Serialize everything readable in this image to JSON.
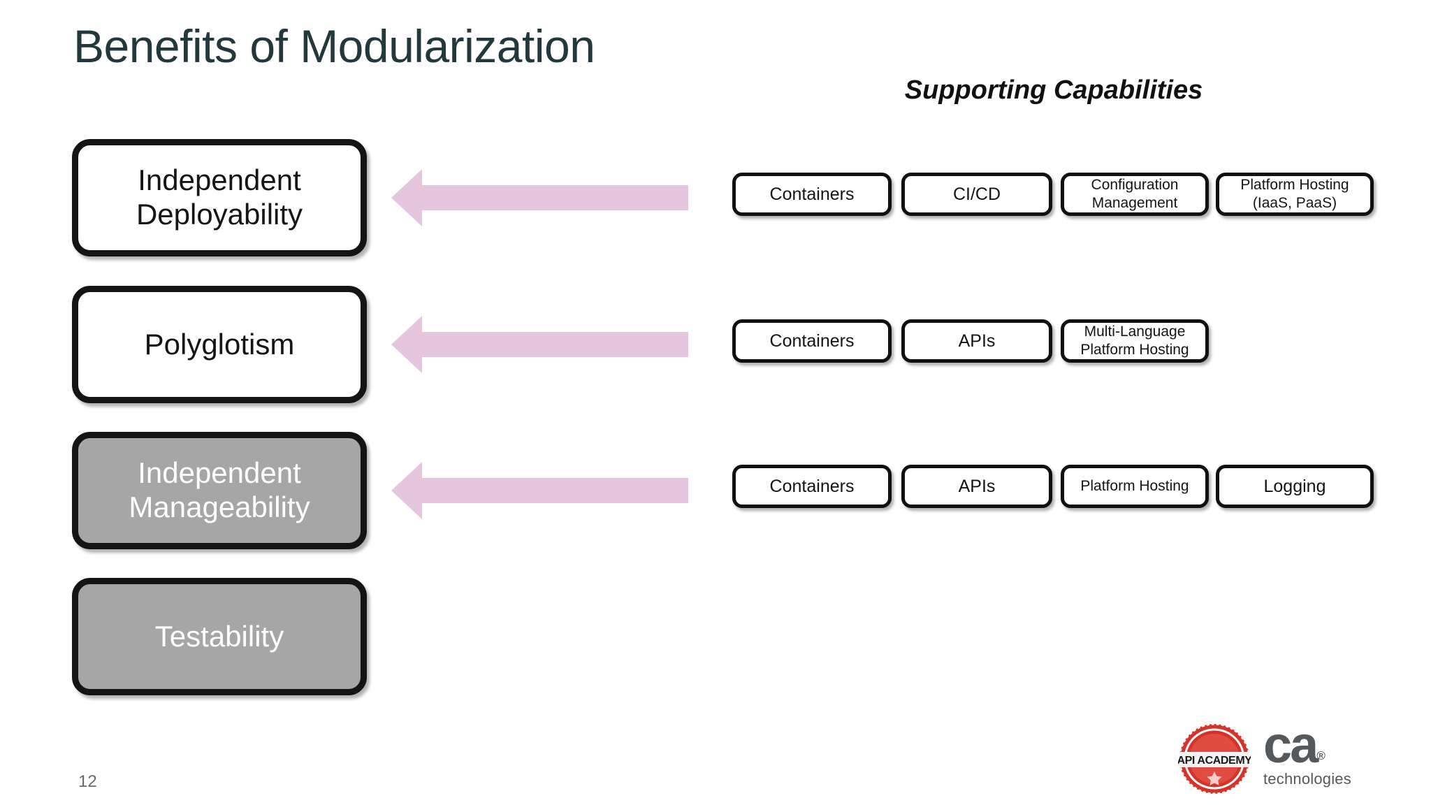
{
  "slide": {
    "title": "Benefits of Modularization",
    "page_number": "12",
    "background_color": "#ffffff",
    "title_color": "#22383c"
  },
  "right_column": {
    "header": "Supporting Capabilities"
  },
  "colors": {
    "arrow_fill": "#e6c5de",
    "box_border": "#141414",
    "gray_box_fill": "#a6a6a6",
    "gray_box_text": "#ffffff",
    "white_box_fill": "#ffffff",
    "white_box_text": "#151515",
    "logo_gray": "#56595b",
    "logo_red": "#d6322a"
  },
  "benefits": [
    {
      "label": "Independent Deployability",
      "style": "white",
      "has_arrow": true
    },
    {
      "label": "Polyglotism",
      "style": "white",
      "has_arrow": true
    },
    {
      "label": "Independent Manageability",
      "style": "gray",
      "has_arrow": true
    },
    {
      "label": "Testability",
      "style": "gray",
      "has_arrow": false
    }
  ],
  "capability_rows": [
    {
      "for_benefit": "Independent Deployability",
      "items": [
        {
          "lines": [
            "Containers"
          ],
          "size": "lg"
        },
        {
          "lines": [
            "CI/CD"
          ],
          "size": "lg"
        },
        {
          "lines": [
            "Configuration",
            "Management"
          ],
          "size": "sm"
        },
        {
          "lines": [
            "Platform Hosting",
            "(IaaS, PaaS)"
          ],
          "size": "sm"
        }
      ]
    },
    {
      "for_benefit": "Polyglotism",
      "items": [
        {
          "lines": [
            "Containers"
          ],
          "size": "lg"
        },
        {
          "lines": [
            "APIs"
          ],
          "size": "lg"
        },
        {
          "lines": [
            "Multi-Language",
            "Platform Hosting"
          ],
          "size": "sm"
        }
      ]
    },
    {
      "for_benefit": "Independent Manageability",
      "items": [
        {
          "lines": [
            "Containers"
          ],
          "size": "lg"
        },
        {
          "lines": [
            "APIs"
          ],
          "size": "lg"
        },
        {
          "lines": [
            "Platform Hosting"
          ],
          "size": "sm"
        },
        {
          "lines": [
            "Logging"
          ],
          "size": "lg"
        }
      ]
    },
    {
      "for_benefit": "Testability",
      "items": []
    }
  ],
  "footer": {
    "api_academy_text": "API ACADEMY",
    "ca_wordmark": "ca",
    "ca_registered": "®",
    "ca_tagline": "technologies"
  }
}
